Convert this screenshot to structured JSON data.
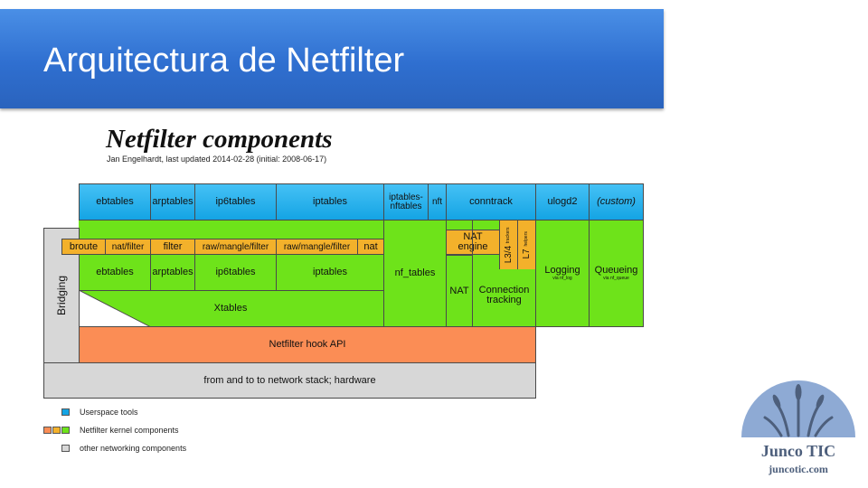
{
  "slide": {
    "title": "Arquitectura de Netfilter",
    "accent_color": "#2f6fd0"
  },
  "diagram": {
    "title": "Netfilter components",
    "subtitle": "Jan Engelhardt, last updated 2014-02-28 (initial: 2008-06-17)",
    "userspace": {
      "ebtables": "ebtables",
      "arptables": "arptables",
      "ip6tables": "ip6tables",
      "iptables": "iptables",
      "iptables_nftables": "iptables-\nnftables",
      "nft": "nft",
      "conntrack": "conntrack",
      "ulogd2": "ulogd2",
      "custom": "(custom)"
    },
    "tables": {
      "broute": "broute",
      "natfilter": "nat/filter",
      "filter": "filter",
      "rawmangle_ip6": "raw/mangle/filter",
      "rawmangle_ip": "raw/mangle/filter",
      "nat": "nat"
    },
    "kernel": {
      "ebtables": "ebtables",
      "arptables": "arptables",
      "ip6tables": "ip6tables",
      "iptables": "iptables",
      "xtables": "Xtables",
      "nf_tables": "nf_tables",
      "nat": "NAT",
      "nat_engine": "NAT\nengine",
      "l34": "L3/4",
      "l34_sub": "trackers",
      "l7": "L7",
      "l7_sub": "helpers",
      "connection_tracking": "Connection\ntracking",
      "logging": "Logging",
      "logging_sub": "via nf_log",
      "queueing": "Queueing",
      "queueing_sub": "via nf_queue"
    },
    "bridging": "Bridging",
    "hook_api": "Netfilter hook API",
    "network_stack": "from and to to network stack; hardware",
    "colors": {
      "userspace": "#14a4e4",
      "kernel_green": "#6ee31a",
      "kernel_orange": "#f3b12b",
      "hook": "#fb8d55",
      "other": "#d7d7d7"
    }
  },
  "legend": [
    {
      "label": "Userspace tools"
    },
    {
      "label": "Netfilter kernel components"
    },
    {
      "label": "other networking components"
    }
  ],
  "logo": {
    "name": "Junco TIC",
    "url": "juncotic.com"
  }
}
